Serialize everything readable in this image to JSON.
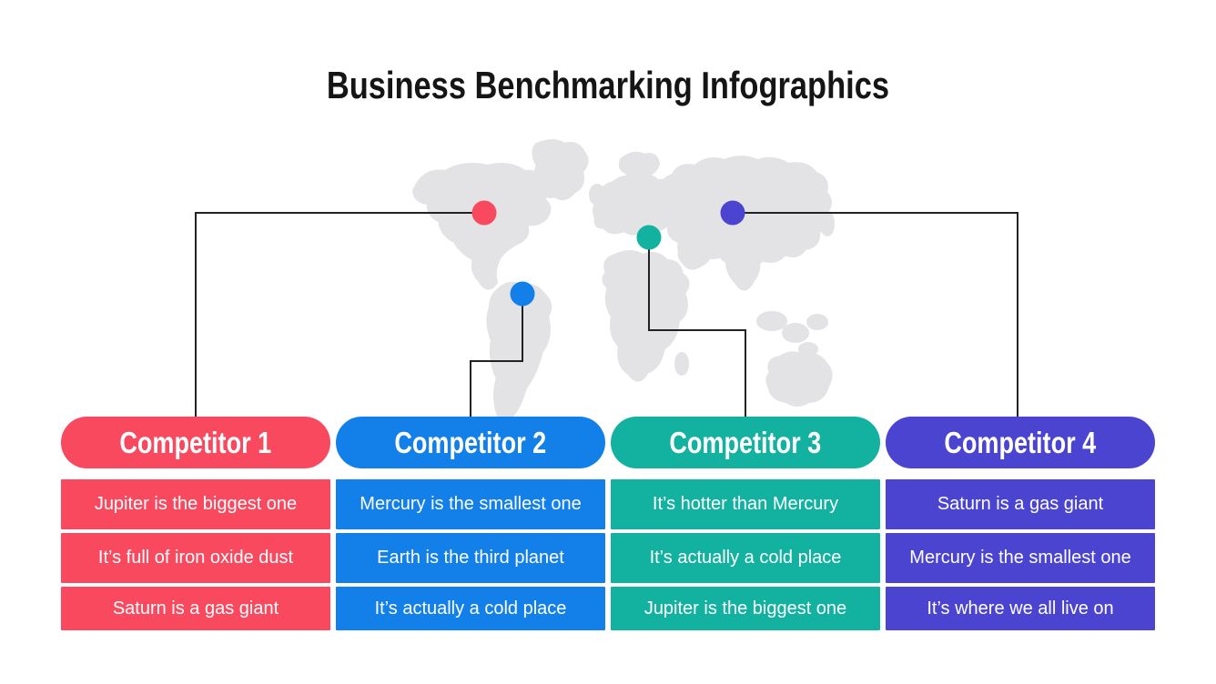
{
  "title": "Business Benchmarking Infographics",
  "palette": {
    "competitor1": "#F9495F",
    "competitor2": "#137FE8",
    "competitor3": "#13B1A0",
    "competitor4": "#4B44D0",
    "map_silhouette": "#E3E3E5",
    "connector_line": "#222222",
    "title_text": "#151515",
    "cell_text": "#FFFFFF"
  },
  "map": {
    "markers": [
      {
        "name": "marker-competitor-1",
        "color": "#F9495F",
        "region": "north-america"
      },
      {
        "name": "marker-competitor-2",
        "color": "#137FE8",
        "region": "south-america"
      },
      {
        "name": "marker-competitor-3",
        "color": "#13B1A0",
        "region": "eastern-europe"
      },
      {
        "name": "marker-competitor-4",
        "color": "#4B44D0",
        "region": "asia"
      }
    ]
  },
  "competitors": [
    {
      "label": "Competitor 1",
      "rows": [
        "Jupiter is the biggest one",
        "It’s full of iron oxide dust",
        "Saturn is a gas giant"
      ]
    },
    {
      "label": "Competitor 2",
      "rows": [
        "Mercury is the smallest one",
        "Earth is the third planet",
        "It’s actually a cold place"
      ]
    },
    {
      "label": "Competitor 3",
      "rows": [
        "It’s hotter than Mercury",
        "It’s actually a cold place",
        "Jupiter is the biggest one"
      ]
    },
    {
      "label": "Competitor 4",
      "rows": [
        "Saturn is a gas giant",
        "Mercury is the smallest one",
        "It’s where we all live on"
      ]
    }
  ]
}
